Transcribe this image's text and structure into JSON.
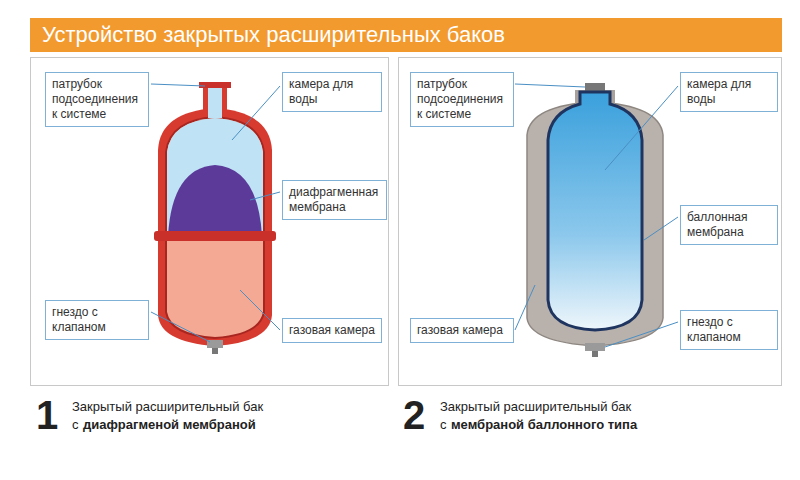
{
  "diagram": {
    "title": "Устройство закрытых расширительных баков",
    "nodes": [
      {
        "text": [
          "патрубок подсоединения к системе"
        ]
      },
      {
        "text": [
          "камера для воды"
        ]
      },
      {
        "text": [
          "диафрагменная мембрана"
        ]
      },
      {
        "text": [
          "гнездо с клапаном"
        ]
      },
      {
        "text": [
          "газовая камера"
        ]
      },
      {
        "text": [
          "патрубок подсоединения к системе"
        ]
      },
      {
        "text": [
          "камера для воды"
        ]
      },
      {
        "text": [
          "баллонная мембрана"
        ]
      },
      {
        "text": [
          "газовая камера"
        ]
      },
      {
        "text": [
          "гнездо с клапаном"
        ]
      }
    ],
    "labels": [
      "1",
      "Закрытый расширительный бак",
      "с",
      "диафрагменой мембраной",
      "2",
      "Закрытый расширительный бак",
      "с",
      "мембраной баллонного типа"
    ]
  }
}
